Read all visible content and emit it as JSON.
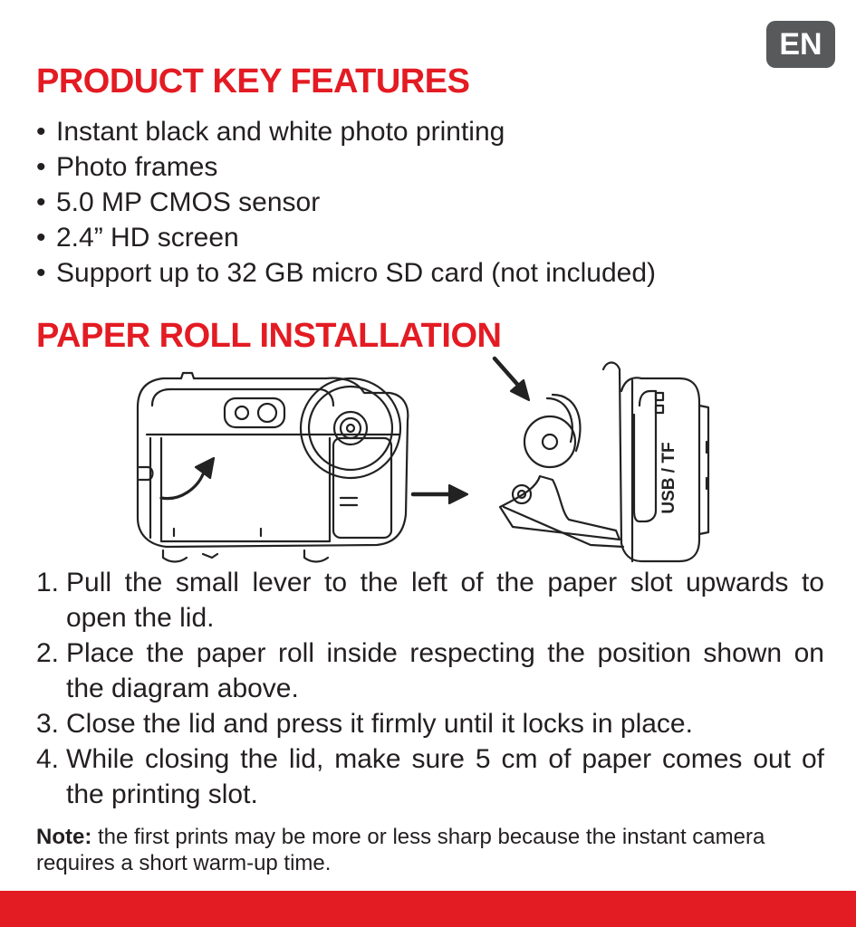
{
  "language_badge": "EN",
  "features": {
    "title": "PRODUCT KEY FEATURES",
    "bullet": "•",
    "items": [
      "Instant black and white photo printing",
      "Photo frames",
      "5.0 MP CMOS sensor",
      "2.4” HD screen",
      "Support up to 32 GB micro SD card (not included)"
    ]
  },
  "installation": {
    "title": "PAPER ROLL INSTALLATION",
    "diagram_label": "USB / TF",
    "steps": [
      {
        "num": "1.",
        "text": "Pull the small lever to the left of the paper slot upwards to open the lid."
      },
      {
        "num": "2.",
        "text": "Place the paper roll inside respecting the position shown on the diagram above."
      },
      {
        "num": "3.",
        "text": "Close the lid and press it firmly until it locks in place."
      },
      {
        "num": "4.",
        "text": "While closing the lid, make sure 5 cm of paper comes out of the printing slot."
      }
    ]
  },
  "note": {
    "label": "Note:",
    "text": " the first prints may be more or less sharp because the instant camera requires a short warm-up time."
  },
  "colors": {
    "accent_red": "#e31b23",
    "badge_gray": "#58595b",
    "text": "#231f20",
    "line_art": "#222222"
  },
  "icons": [
    "camera-back-illustration",
    "arrow-right-icon",
    "paper-roll-icon",
    "camera-side-illustration"
  ]
}
